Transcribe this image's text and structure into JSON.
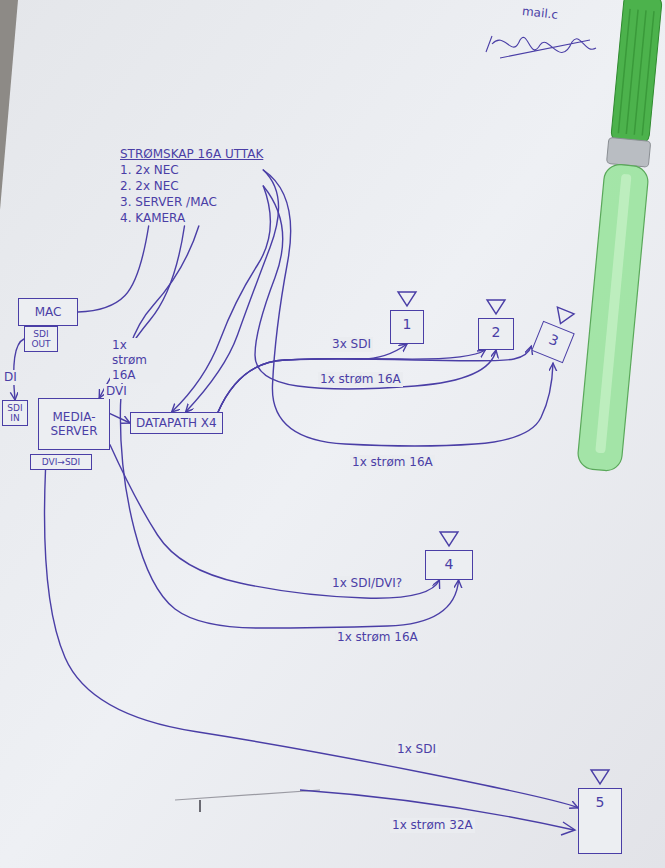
{
  "diagram": {
    "nodes": [
      {
        "text": [
          "STRØMSKAP 16A UTTAK",
          "1. 2x NEC",
          "2. 2x NEC",
          "3. SERVER /MAC",
          "4. KAMERA"
        ]
      },
      {
        "text": [
          "MAC"
        ]
      },
      {
        "text": [
          "SDI OUT"
        ]
      },
      {
        "text": [
          "SDI IN"
        ]
      },
      {
        "text": [
          "MEDIA-SERVER"
        ]
      },
      {
        "text": [
          "DVI→SDI"
        ]
      },
      {
        "text": [
          "DATAPATH X4"
        ]
      },
      {
        "text": [
          "1"
        ]
      },
      {
        "text": [
          "2"
        ]
      },
      {
        "text": [
          "3"
        ]
      },
      {
        "text": [
          "4"
        ]
      },
      {
        "text": [
          "5"
        ]
      }
    ],
    "edges": [
      {
        "from": 0,
        "to": 6,
        "arrow": "to"
      },
      {
        "from": 0,
        "to": 6,
        "arrow": "to"
      },
      {
        "from": 0,
        "to": 4,
        "label": "1x strøm 16A",
        "arrow": "to"
      },
      {
        "from": 0,
        "to": 1,
        "arrow": "none"
      },
      {
        "from": 6,
        "to": 7,
        "arrow": "to"
      },
      {
        "from": 6,
        "to": 8,
        "label": "3x SDI",
        "arrow": "to"
      },
      {
        "from": 6,
        "to": 9,
        "arrow": "to"
      },
      {
        "from": 0,
        "to": 8,
        "label": "1x strøm 16A",
        "arrow": "to"
      },
      {
        "from": 0,
        "to": 9,
        "label": "1x strøm 16A",
        "arrow": "to"
      },
      {
        "from": 0,
        "to": 10,
        "label": "1x strøm 16A",
        "arrow": "to"
      },
      {
        "from": 4,
        "to": 6,
        "label": "DVI",
        "arrow": "to"
      },
      {
        "from": 4,
        "to": 10,
        "label": "1x SDI/DVI?",
        "arrow": "to"
      },
      {
        "from": 5,
        "to": 11,
        "label": "1x SDI",
        "arrow": "to"
      },
      {
        "from": 2,
        "to": 3,
        "arrow": "to"
      }
    ],
    "labels": [
      "mail.c",
      "DI",
      "1x strøm 32A"
    ]
  }
}
